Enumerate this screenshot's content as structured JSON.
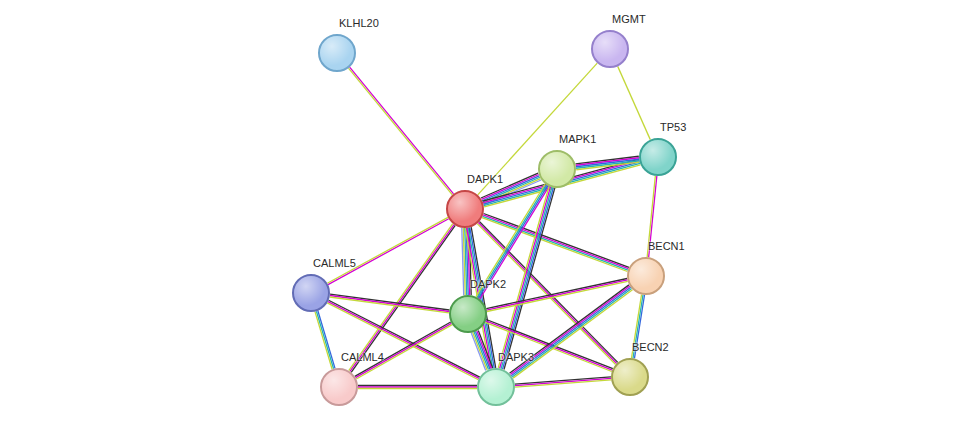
{
  "diagram": {
    "nodes": [
      {
        "text": [
          "KLHL20"
        ]
      },
      {
        "text": [
          "MGMT"
        ]
      },
      {
        "text": [
          "TP53"
        ]
      },
      {
        "text": [
          "MAPK1"
        ]
      },
      {
        "text": [
          "DAPK1"
        ]
      },
      {
        "text": [
          "BECN1"
        ]
      },
      {
        "text": [
          "CALML5"
        ]
      },
      {
        "text": [
          "DAPK2"
        ]
      },
      {
        "text": [
          "CALML4"
        ]
      },
      {
        "text": [
          "DAPK3"
        ]
      },
      {
        "text": [
          "BECN2"
        ]
      }
    ],
    "edges": [
      {
        "from": 0,
        "to": 4,
        "arrow": "none"
      },
      {
        "from": 1,
        "to": 4,
        "arrow": "none"
      },
      {
        "from": 1,
        "to": 2,
        "arrow": "none"
      },
      {
        "from": 4,
        "to": 3,
        "arrow": "none"
      },
      {
        "from": 4,
        "to": 2,
        "arrow": "none"
      },
      {
        "from": 3,
        "to": 2,
        "arrow": "none"
      },
      {
        "from": 2,
        "to": 5,
        "arrow": "none"
      },
      {
        "from": 4,
        "to": 5,
        "arrow": "none"
      },
      {
        "from": 4,
        "to": 10,
        "arrow": "none"
      },
      {
        "from": 4,
        "to": 6,
        "arrow": "none"
      },
      {
        "from": 4,
        "to": 8,
        "arrow": "none"
      },
      {
        "from": 4,
        "to": 7,
        "arrow": "none"
      },
      {
        "from": 4,
        "to": 9,
        "arrow": "none"
      },
      {
        "from": 3,
        "to": 7,
        "arrow": "none"
      },
      {
        "from": 3,
        "to": 9,
        "arrow": "none"
      },
      {
        "from": 6,
        "to": 7,
        "arrow": "none"
      },
      {
        "from": 6,
        "to": 9,
        "arrow": "none"
      },
      {
        "from": 6,
        "to": 8,
        "arrow": "none"
      },
      {
        "from": 8,
        "to": 7,
        "arrow": "none"
      },
      {
        "from": 8,
        "to": 9,
        "arrow": "none"
      },
      {
        "from": 7,
        "to": 9,
        "arrow": "none"
      },
      {
        "from": 7,
        "to": 5,
        "arrow": "none"
      },
      {
        "from": 7,
        "to": 10,
        "arrow": "none"
      },
      {
        "from": 9,
        "to": 5,
        "arrow": "none"
      },
      {
        "from": 9,
        "to": 10,
        "arrow": "none"
      },
      {
        "from": 5,
        "to": 10,
        "arrow": "none"
      }
    ]
  }
}
